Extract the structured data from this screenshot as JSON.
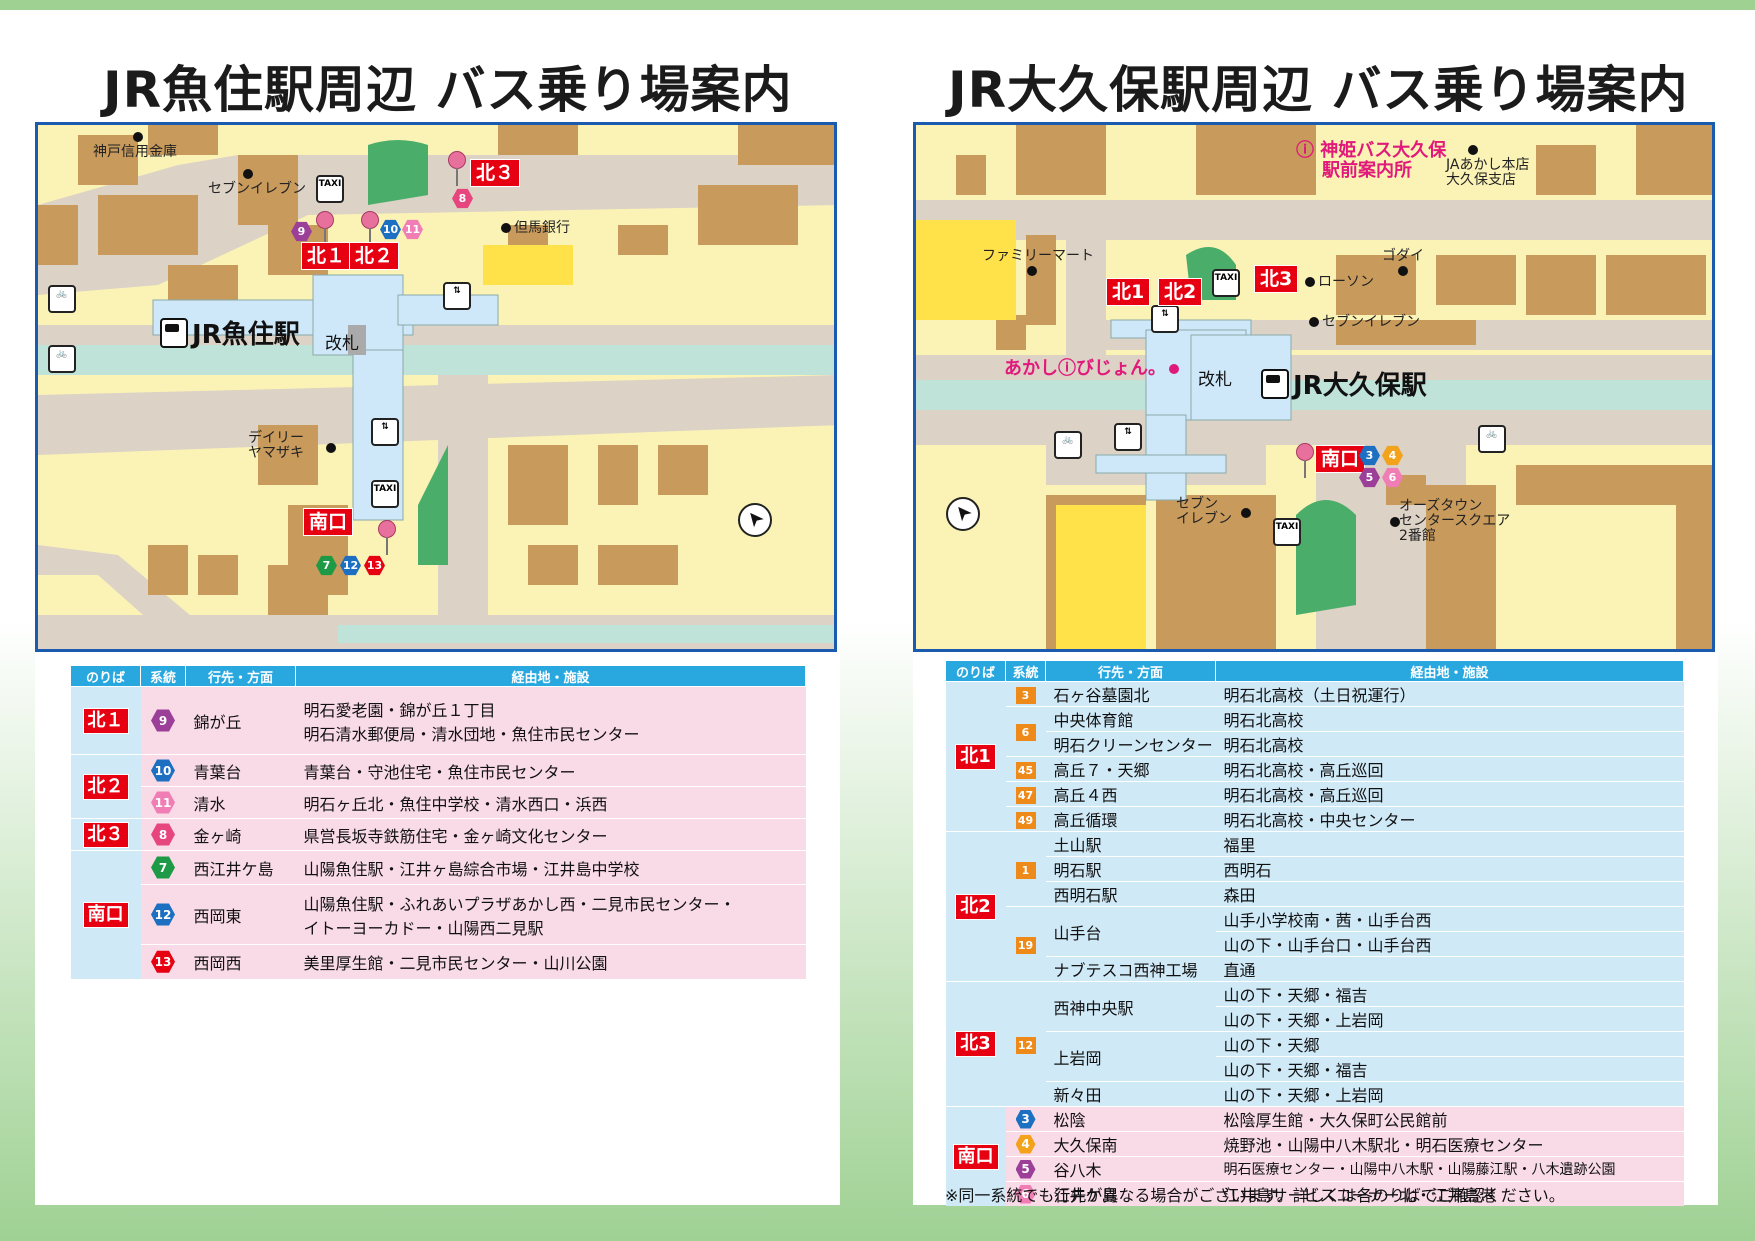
{
  "left": {
    "title": "JR魚住駅周辺 バス乗り場案内",
    "station_name": "JR魚住駅",
    "gate": "改札",
    "stops": [
      "北１",
      "北２",
      "北３",
      "南口"
    ],
    "landmarks": [
      "神戸信用金庫",
      "セブンイレブン",
      "但馬銀行",
      "デイリーヤマザキ"
    ],
    "taxi": "TAXI",
    "table_headers": [
      "のりば",
      "系統",
      "行先・方面",
      "経由地・施設"
    ],
    "rows": [
      {
        "stop": "北１",
        "route": "9",
        "color": "#9b3f98",
        "dest": "錦が丘",
        "via": [
          "明石愛老園・錦が丘１丁目",
          "明石清水郵便局・清水団地・魚住市民センター"
        ]
      },
      {
        "stop": "北２",
        "route": "10",
        "color": "#1d6fc1",
        "dest": "青葉台",
        "via": [
          "青葉台・守池住宅・魚住市民センター"
        ]
      },
      {
        "stop": "",
        "route": "11",
        "color": "#f07db4",
        "dest": "清水",
        "via": [
          "明石ヶ丘北・魚住中学校・清水西口・浜西"
        ]
      },
      {
        "stop": "北３",
        "route": "8",
        "color": "#e6457d",
        "dest": "金ヶ崎",
        "via": [
          "県営長坂寺鉄筋住宅・金ヶ崎文化センター"
        ]
      },
      {
        "stop": "南口",
        "route": "7",
        "color": "#1e9a46",
        "dest": "西江井ケ島",
        "via": [
          "山陽魚住駅・江井ヶ島綜合市場・江井島中学校"
        ]
      },
      {
        "stop": "",
        "route": "12",
        "color": "#1d6fc1",
        "dest": "西岡東",
        "via": [
          "山陽魚住駅・ふれあいプラザあかし西・二見市民センター・",
          "イトーヨーカドー・山陽西二見駅"
        ]
      },
      {
        "stop": "",
        "route": "13",
        "color": "#e60012",
        "dest": "西岡西",
        "via": [
          "美里厚生館・二見市民センター・山川公園"
        ]
      }
    ]
  },
  "right": {
    "title": "JR大久保駅周辺 バス乗り場案内",
    "station_name": "JR大久保駅",
    "gate": "改札",
    "stops": [
      "北1",
      "北2",
      "北3",
      "南口"
    ],
    "info": "神姫バス大久保駅前案内所",
    "info_lines": [
      "神姫バス大久保",
      "駅前案内所"
    ],
    "brand": "あかしⓘびじょん。",
    "landmarks": [
      "ファミリーマート",
      "ゴダイ",
      "ローソン",
      "セブンイレブン",
      "JAあかし本店大久保支店",
      "セブンイレブン",
      "オーズタウンセンタースクエア2番館"
    ],
    "landmark_lines": {
      "ja": [
        "JAあかし本店",
        "大久保支店"
      ],
      "seven_south": [
        "セブン",
        "イレブン"
      ],
      "oz": [
        "オーズタウン",
        "センタースクエア",
        "2番館"
      ]
    },
    "taxi": "TAXI",
    "table_headers": [
      "のりば",
      "系統",
      "行先・方面",
      "経由地・施設"
    ],
    "rows": [
      {
        "stop": "北1",
        "route": "3",
        "dest": "石ヶ谷墓園北",
        "via": "明石北高校（土日祝運行）"
      },
      {
        "stop": "",
        "route": "6",
        "dest": "中央体育館",
        "via": "明石北高校"
      },
      {
        "stop": "",
        "route": "",
        "dest": "明石クリーンセンター",
        "via": "明石北高校"
      },
      {
        "stop": "",
        "route": "45",
        "dest": "高丘７・天郷",
        "via": "明石北高校・高丘巡回"
      },
      {
        "stop": "",
        "route": "47",
        "dest": "高丘４西",
        "via": "明石北高校・高丘巡回"
      },
      {
        "stop": "",
        "route": "49",
        "dest": "高丘循環",
        "via": "明石北高校・中央センター"
      },
      {
        "stop": "北2",
        "route": "1",
        "dest": "土山駅",
        "via": "福里"
      },
      {
        "stop": "",
        "route": "",
        "dest": "明石駅",
        "via": "西明石"
      },
      {
        "stop": "",
        "route": "",
        "dest": "西明石駅",
        "via": "森田"
      },
      {
        "stop": "",
        "route": "19",
        "dest": "山手台",
        "via": "山手小学校南・茜・山手台西"
      },
      {
        "stop": "",
        "route": "",
        "dest": "",
        "via": "山の下・山手台口・山手台西"
      },
      {
        "stop": "",
        "route": "",
        "dest": "ナブテスコ西神工場",
        "via": "直通"
      },
      {
        "stop": "北3",
        "route": "12",
        "dest": "西神中央駅",
        "via": "山の下・天郷・福吉"
      },
      {
        "stop": "",
        "route": "",
        "dest": "",
        "via": "山の下・天郷・上岩岡"
      },
      {
        "stop": "",
        "route": "",
        "dest": "上岩岡",
        "via": "山の下・天郷"
      },
      {
        "stop": "",
        "route": "",
        "dest": "",
        "via": "山の下・天郷・福吉"
      },
      {
        "stop": "",
        "route": "",
        "dest": "新々田",
        "via": "山の下・天郷・上岩岡"
      },
      {
        "stop": "南口",
        "route": "3",
        "color": "#1d6fc1",
        "dest": "松陰",
        "via": "松陰厚生館・大久保町公民館前"
      },
      {
        "stop": "",
        "route": "4",
        "color": "#f2a21b",
        "dest": "大久保南",
        "via": "焼野池・山陽中八木駅北・明石医療センター"
      },
      {
        "stop": "",
        "route": "5",
        "color": "#9b3f98",
        "dest": "谷八木",
        "via": "明石医療センター・山陽中八木駅・山陽藤江駅・八木遺跡公園"
      },
      {
        "stop": "",
        "route": "6",
        "color": "#f07db4",
        "dest": "江井ケ島",
        "via": "江井島サービスコーナー北・江井島港"
      }
    ],
    "footnote": "※同一系統でも行先が異なる場合がございます。詳しくは各のりばでご確認ください。"
  }
}
